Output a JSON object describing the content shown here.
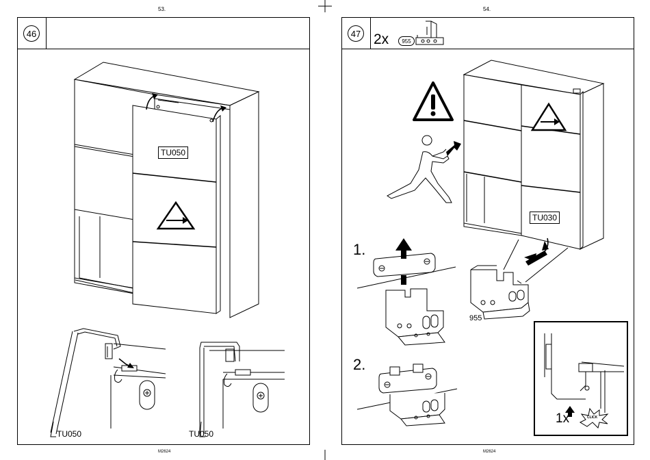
{
  "pages": {
    "left_number": "53.",
    "right_number": "54.",
    "left_footer": "M2624",
    "right_footer": "M2624"
  },
  "step46": {
    "number": "46",
    "door_label": "TU050",
    "detail_left_label": "TU050",
    "detail_right_label": "TU050"
  },
  "step47": {
    "number": "47",
    "qty_text": "2x",
    "part_badge": "955",
    "door_label": "TU030",
    "substep1": "1.",
    "substep2": "2.",
    "part_label": "955",
    "click_qty": "1x",
    "click_text": "CLICK"
  },
  "icons": [
    "warning-triangle-icon",
    "arrow-triangle-icon",
    "push-figure-icon",
    "click-burst-icon"
  ]
}
